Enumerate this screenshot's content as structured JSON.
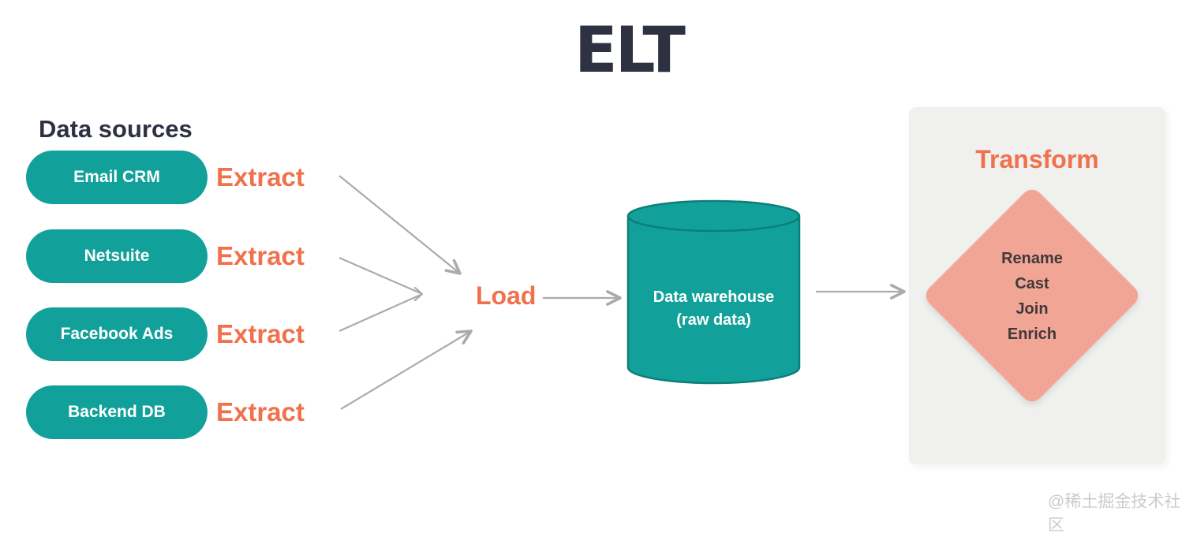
{
  "title": "ELT",
  "data_sources": {
    "heading": "Data sources",
    "items": [
      "Email CRM",
      "Netsuite",
      "Facebook Ads",
      "Backend DB"
    ],
    "extract_label": "Extract"
  },
  "load_label": "Load",
  "warehouse": {
    "line1": "Data warehouse",
    "line2": "(raw data)"
  },
  "transform": {
    "heading": "Transform",
    "operations": [
      "Rename",
      "Cast",
      "Join",
      "Enrich"
    ]
  },
  "watermark": "@稀土掘金技术社区",
  "colors": {
    "teal": "#12A19A",
    "teal_stroke": "#0C7E79",
    "orange": "#F0714B",
    "navy": "#2D3142",
    "salmon": "#F1A695",
    "diamond_text": "#413839",
    "panel_gray": "#F0F0EE",
    "arrow_gray": "#ABABAB",
    "watermark_gray": "#CBCBCB"
  }
}
